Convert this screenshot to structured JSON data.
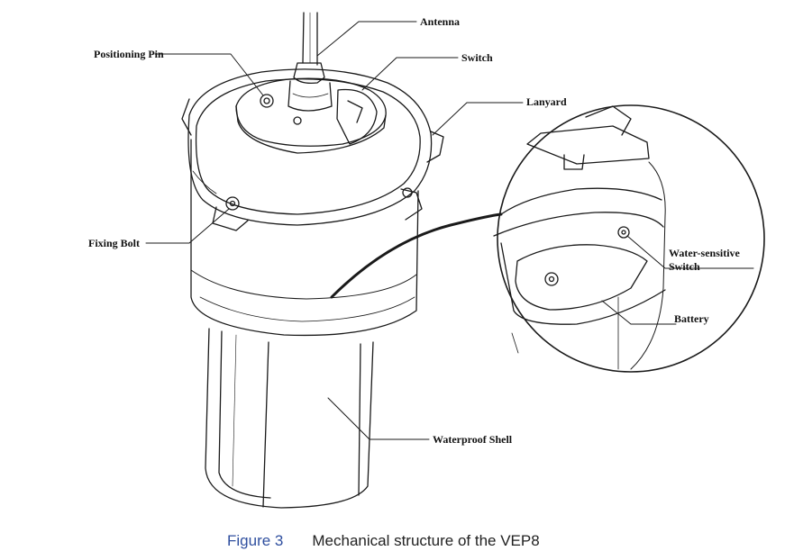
{
  "labels": {
    "antenna": "Antenna",
    "positioning_pin": "Positioning Pin",
    "switch": "Switch",
    "lanyard": "Lanyard",
    "fixing_bolt": "Fixing Bolt",
    "water_sensitive_line1": "Water-sensitive",
    "water_sensitive_line2": "Switch",
    "battery": "Battery",
    "waterproof_shell": "Waterproof Shell"
  },
  "caption": {
    "figure_number": "Figure 3",
    "text": "Mechanical structure of the VEP8"
  },
  "colors": {
    "line": "#1a1a1a",
    "caption_figure": "#2f4f9f",
    "caption_text": "#222222"
  }
}
